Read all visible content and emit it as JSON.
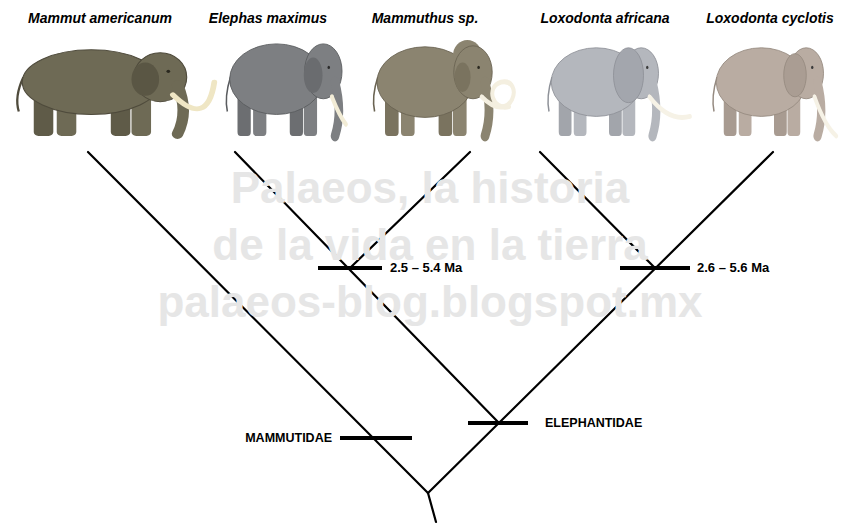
{
  "diagram": {
    "labels": [
      "Mammut americanum",
      "Elephas maximus",
      "Mammuthus sp.",
      "Loxodonta africana",
      "Loxodonta cyclotis",
      "2.5 – 5.4 Ma",
      "2.6 – 5.6 Ma",
      "MAMMUTIDAE",
      "ELEPHANTIDAE",
      "Palaeos, la historia",
      "de la vida en la tierra",
      "palaeos-blog.blogspot.mx"
    ]
  }
}
